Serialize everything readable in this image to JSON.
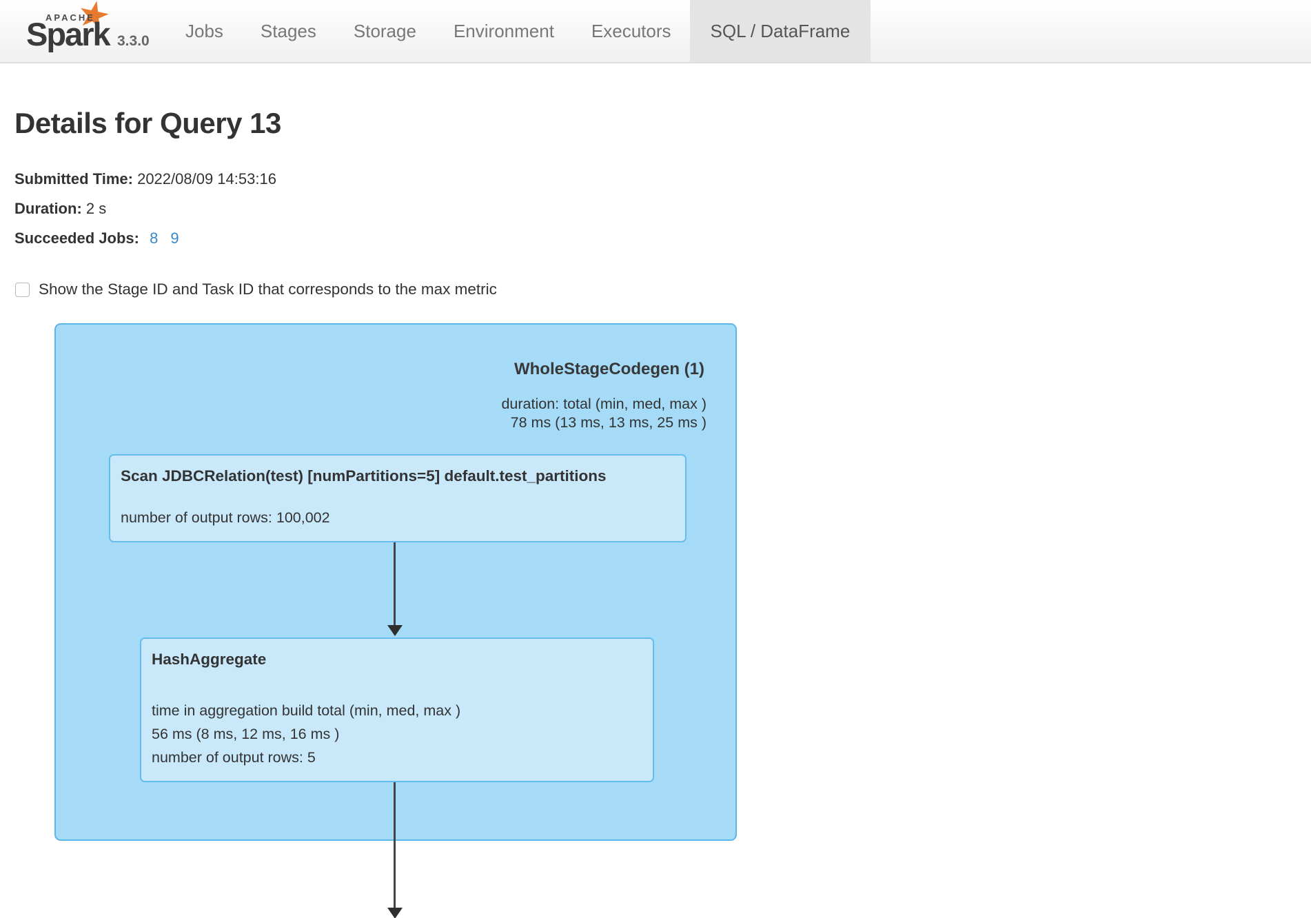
{
  "header": {
    "logo": {
      "apache": "APACHE",
      "spark": "Spark",
      "star_icon": "★",
      "version": "3.3.0"
    },
    "nav": [
      {
        "label": "Jobs"
      },
      {
        "label": "Stages"
      },
      {
        "label": "Storage"
      },
      {
        "label": "Environment"
      },
      {
        "label": "Executors"
      },
      {
        "label": "SQL / DataFrame"
      }
    ],
    "active_tab": "SQL / DataFrame"
  },
  "page": {
    "title": "Details for Query 13",
    "meta": [
      {
        "label": "Submitted Time:",
        "value": "2022/08/09 14:53:16"
      },
      {
        "label": "Duration:",
        "value": "2 s"
      },
      {
        "label": "Succeeded Jobs:",
        "links": [
          "8",
          "9"
        ]
      }
    ],
    "checkbox": {
      "label": "Show the Stage ID and Task ID that corresponds to the max metric",
      "checked": false
    }
  },
  "plan": {
    "cluster": {
      "title": "WholeStageCodegen (1)",
      "metric_lines": [
        "duration: total (min, med, max )",
        "78 ms (13 ms, 13 ms, 25 ms )"
      ]
    },
    "nodes": [
      {
        "title": "Scan JDBCRelation(test) [numPartitions=5] default.test_partitions",
        "metrics": [
          "number of output rows: 100,002"
        ]
      },
      {
        "title": "HashAggregate",
        "metrics": [
          "time in aggregation build total (min, med, max )",
          "56 ms (8 ms, 12 ms, 16 ms )",
          "number of output rows: 5"
        ]
      }
    ]
  },
  "colors": {
    "link": "#3a87c8",
    "cluster_fill": "#a6dbf7",
    "cluster_border": "#5bb6eb",
    "node_fill": "#c9e9fb",
    "node_border": "#66bcee",
    "arrow": "#444444",
    "active_tab_bg": "#e4e4e4",
    "spark_orange": "#e87a2e",
    "text": "#333333"
  }
}
